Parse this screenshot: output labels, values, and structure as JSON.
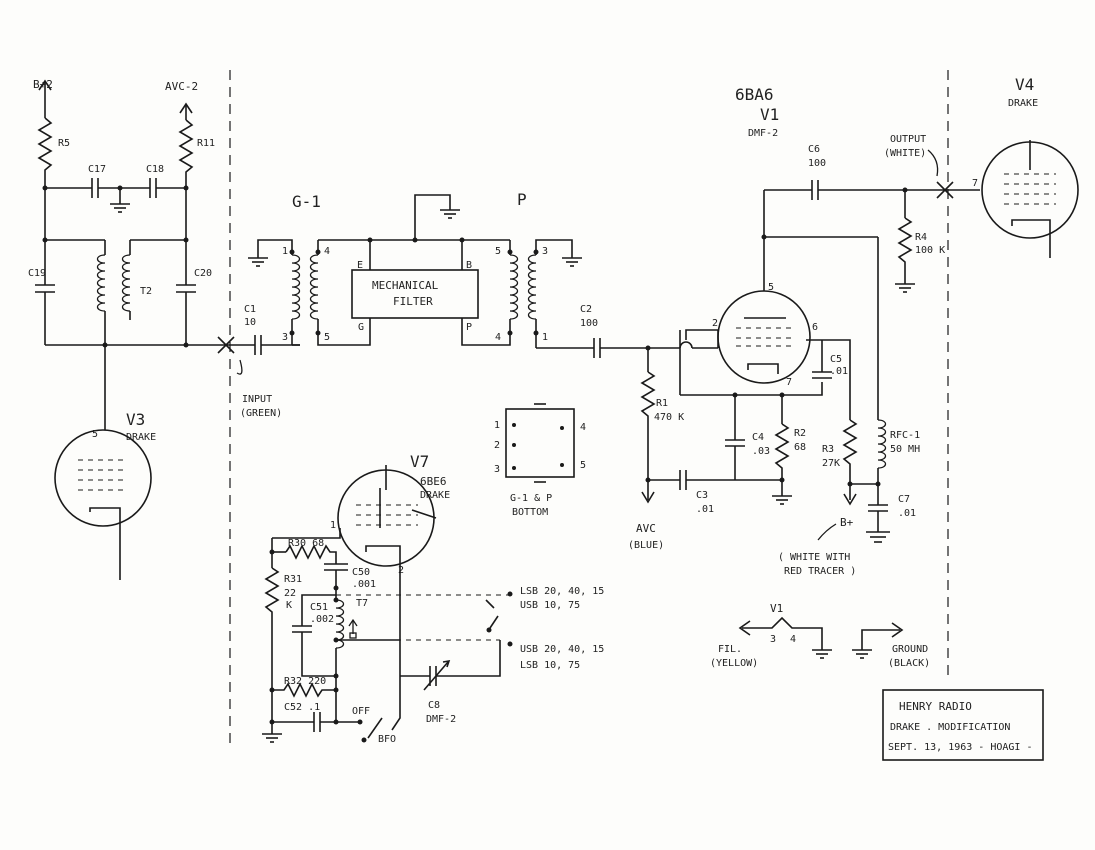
{
  "labels": {
    "b_plus_2": "B+2",
    "avc_2": "AVC-2",
    "r5": "R5",
    "r11": "R11",
    "c17": "C17",
    "c18": "C18",
    "c19": "C19",
    "c20": "C20",
    "t2": "T2",
    "c1": "C1",
    "c1_val": "10",
    "input": "INPUT",
    "input_color": "(GREEN)",
    "v3": "V3",
    "v3_drake": "DRAKE",
    "v3_pin": "5",
    "g1": "G-1",
    "p": "P",
    "mech_filter_1": "MECHANICAL",
    "mech_filter_2": "FILTER",
    "e": "E",
    "b": "B",
    "g": "G",
    "p_small": "P",
    "pin1": "1",
    "pin2": "2",
    "pin3": "3",
    "pin4": "4",
    "pin5": "5",
    "pin6": "6",
    "pin7": "7",
    "c2": "C2",
    "c2_val": "100",
    "tube_6ba6": "6BA6",
    "v1": "V1",
    "dmf2": "DMF-2",
    "c6": "C6",
    "c6_val": "100",
    "output": "OUTPUT",
    "output_color": "(WHITE)",
    "v4": "V4",
    "v4_drake": "DRAKE",
    "r4": "R4",
    "r4_val": "100 K",
    "c5": "C5",
    "c5_val": ".01",
    "r1": "R1",
    "r1_val": "470 K",
    "c4": "C4",
    "c4_val": ".03",
    "r2": "R2",
    "r2_val": "68",
    "r3": "R3",
    "r3_val": "27K",
    "rfc1": "RFC-1",
    "rfc1_val": "50 MH",
    "c3": "C3",
    "c3_val": ".01",
    "c7": "C7",
    "c7_val": ".01",
    "avc": "AVC",
    "avc_color": "(BLUE)",
    "b_plus": "B+",
    "white_with": "( WHITE WITH",
    "red_tracer": "RED TRACER )",
    "g1_p_1": "G-1 & P",
    "g1_p_2": "BOTTOM",
    "v7": "V7",
    "tube_6beg": "6BE6",
    "v7_drake": "DRAKE",
    "r30": "R30  68",
    "r31": "R31",
    "r31_val": "22",
    "r31_k": "K",
    "c50": "C50",
    "c50_val": ".001",
    "c51": "C51",
    "c51_val": ".002",
    "t7": "T7",
    "r32": "R32  220",
    "c52": "C52  .1",
    "off": "OFF",
    "bfo": "BFO",
    "c8": "C8",
    "c8_dmf": "DMF-2",
    "lsb_usb_1a": "LSB 20, 40, 15",
    "lsb_usb_1b": "USB 10, 75",
    "lsb_usb_2a": "USB 20, 40, 15",
    "lsb_usb_2b": "LSB  10, 75",
    "fil": "FIL.",
    "fil_color": "(YELLOW)",
    "v1_fil": "V1",
    "fil_pin3": "3",
    "fil_pin4": "4",
    "ground": "GROUND",
    "ground_color": "(BLACK)"
  },
  "title_block": {
    "line1": "HENRY   RADIO",
    "line2": "DRAKE . MODIFICATION",
    "line3": "SEPT. 13, 1963    - HOAGI -"
  }
}
